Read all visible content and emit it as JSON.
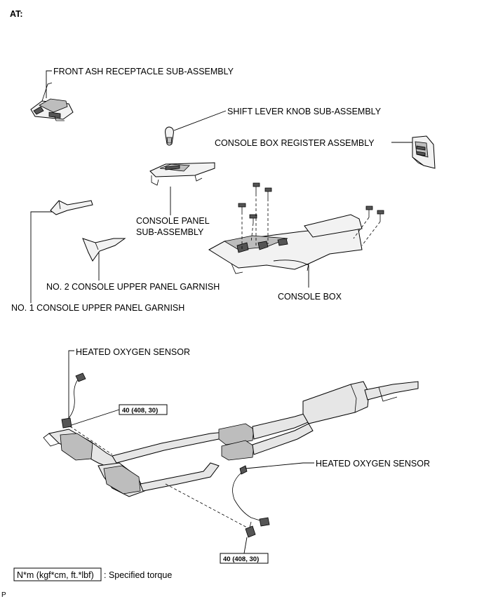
{
  "header": {
    "transmission_tag": "AT:"
  },
  "labels": {
    "front_ash": "FRONT ASH RECEPTACLE SUB-ASSEMBLY",
    "shift_knob": "SHIFT LEVER KNOB SUB-ASSEMBLY",
    "console_register": "CONSOLE BOX REGISTER ASSEMBLY",
    "console_panel_l1": "CONSOLE PANEL",
    "console_panel_l2": "SUB-ASSEMBLY",
    "no2_garnish": "NO. 2 CONSOLE UPPER PANEL GARNISH",
    "no1_garnish": "NO. 1 CONSOLE UPPER PANEL GARNISH",
    "console_box": "CONSOLE BOX",
    "o2_sensor_1": "HEATED OXYGEN SENSOR",
    "o2_sensor_2": "HEATED OXYGEN SENSOR"
  },
  "torque": {
    "upper": "40 (408, 30)",
    "lower": "40 (408, 30)"
  },
  "legend": {
    "unit_box": "N*m (kgf*cm, ft.*lbf)",
    "text": ": Specified torque"
  },
  "footer": {
    "corner_mark": "P"
  }
}
